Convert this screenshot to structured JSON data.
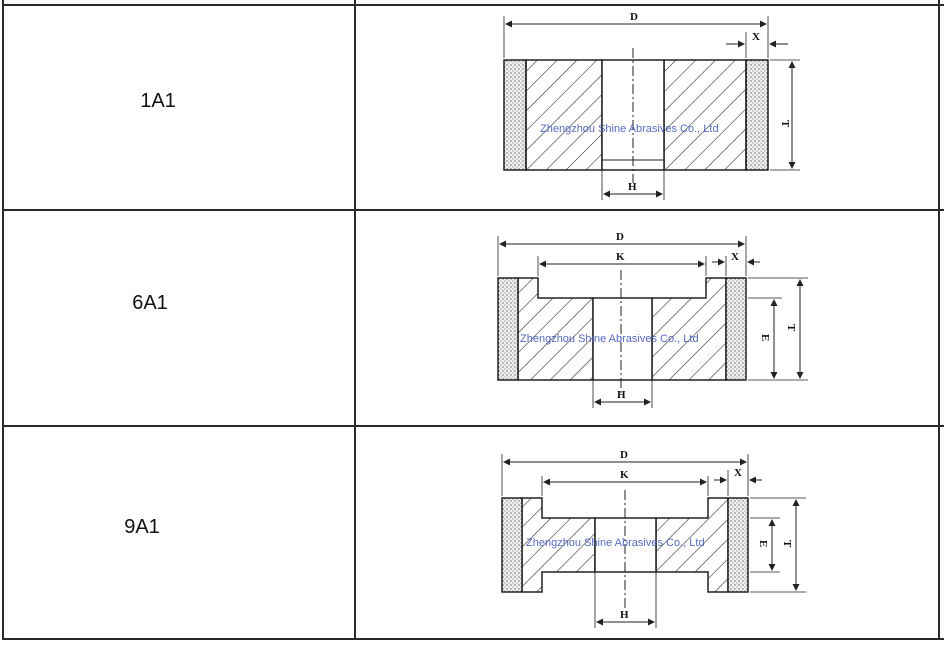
{
  "rows": [
    {
      "type_label": "1A1",
      "dims": {
        "D": "D",
        "X": "X",
        "T": "T",
        "H": "H"
      },
      "watermark": "Zhengzhou Shine Abrasives Co., Ltd"
    },
    {
      "type_label": "6A1",
      "dims": {
        "D": "D",
        "K": "K",
        "X": "X",
        "E": "E",
        "T": "T",
        "H": "H"
      },
      "watermark": "Zhengzhou Shine Abrasives Co., Ltd"
    },
    {
      "type_label": "9A1",
      "dims": {
        "D": "D",
        "K": "K",
        "X": "X",
        "E": "E",
        "T": "T",
        "H": "H"
      },
      "watermark": "Zhengzhou Shine Abrasives Co., Ltd"
    }
  ],
  "colors": {
    "line": "#222222",
    "watermark": "#3a50b5",
    "abrasive": "#e8e8e8"
  }
}
